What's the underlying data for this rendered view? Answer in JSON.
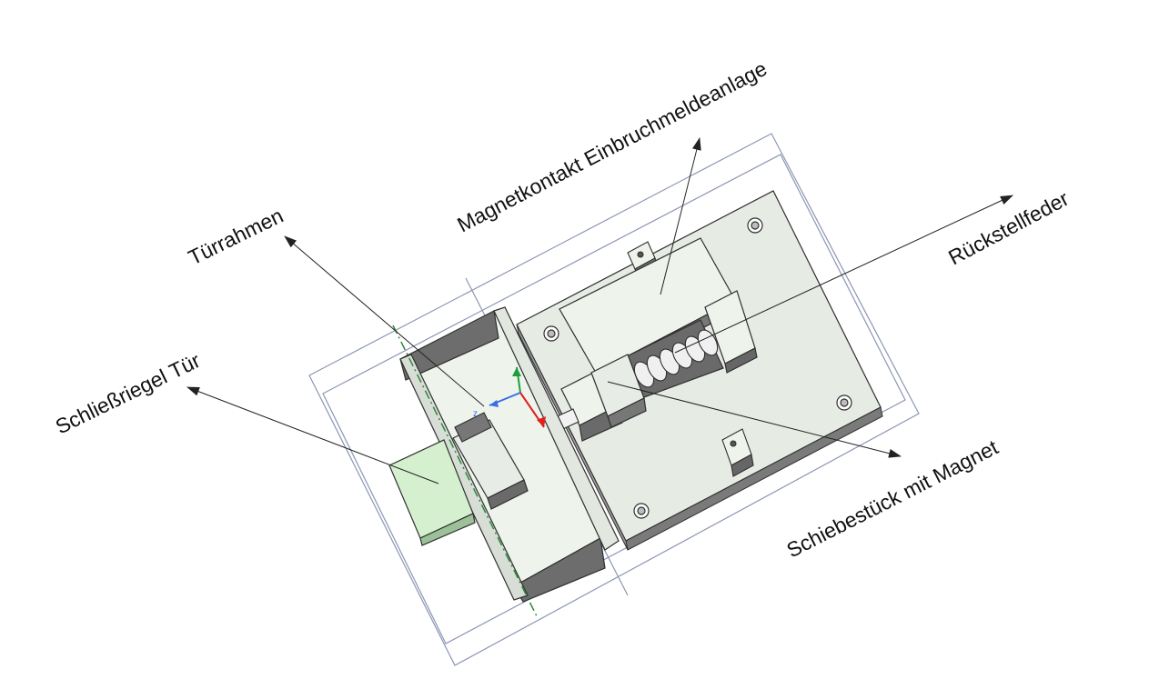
{
  "labels": {
    "schliessriegel": "Schließriegel Tür",
    "tuerrahmen": "Türrahmen",
    "magnetkontakt": "Magnetkontakt Einbruchmeldeanlage",
    "rueckstellfeder": "Rückstellfeder",
    "schiebestueck": "Schiebestück mit Magnet"
  },
  "axis_triad": {
    "z_label": "z",
    "colors": {
      "x": "#e02020",
      "y": "#1e9e3a",
      "z": "#3a6ee8"
    }
  },
  "colors": {
    "part_face": "#eef3ec",
    "part_edge": "#2f2f2f",
    "part_shadow": "#6e6e6e",
    "bolt_face": "#d4f0cf",
    "outline_box": "#8c96b4",
    "centerline": "#2a8a3a",
    "leader": "#222222"
  }
}
